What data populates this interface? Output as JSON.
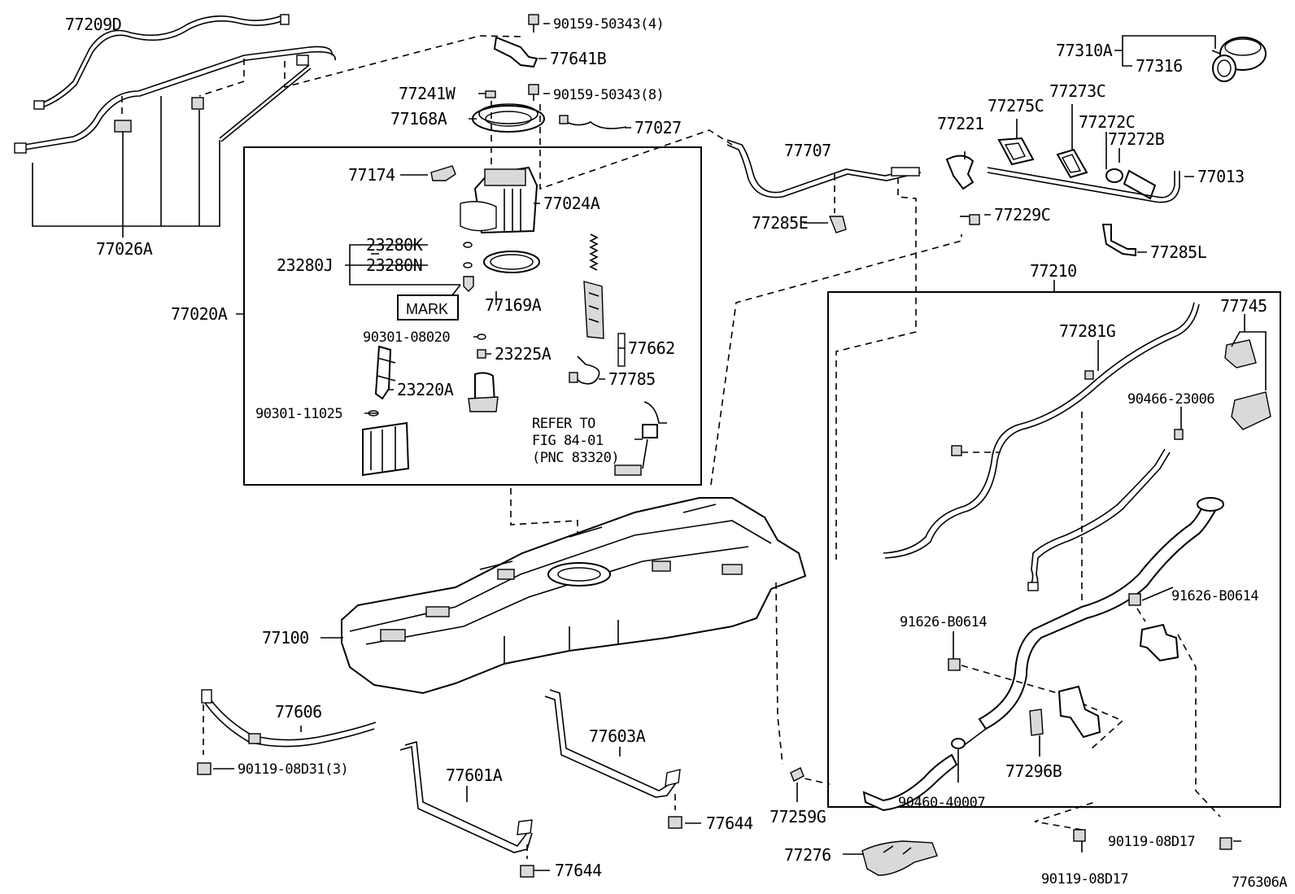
{
  "labels": {
    "p77209D": "77209D",
    "p77026A": "77026A",
    "p90159_4": "90159-50343(4)",
    "p77641B": "77641B",
    "p77241W": "77241W",
    "p90159_8": "90159-50343(8)",
    "p77168A": "77168A",
    "p77027": "77027",
    "p77174": "77174",
    "p77024A": "77024A",
    "p23280K": "23280K",
    "p23280J": "23280J",
    "p23280N": "23280N",
    "mark": "MARK",
    "p77169A": "77169A",
    "p77020A": "77020A",
    "p90301_08020": "90301-08020",
    "p23225A": "23225A",
    "p77662": "77662",
    "p77785": "77785",
    "p23220A": "23220A",
    "p90301_11025": "90301-11025",
    "refer1": "REFER TO",
    "refer2": "FIG 84-01",
    "refer3": "(PNC 83320)",
    "p77707": "77707",
    "p77285E": "77285E",
    "p77310A": "77310A",
    "p77316": "77316",
    "p77275C": "77275C",
    "p77273C": "77273C",
    "p77221": "77221",
    "p77272C": "77272C",
    "p77272B": "77272B",
    "p77013": "77013",
    "p77229C": "77229C",
    "p77285L": "77285L",
    "p77210": "77210",
    "p77745": "77745",
    "p77281G": "77281G",
    "p90466_23006": "90466-23006",
    "p91626_a": "91626-B0614",
    "p91626_b": "91626-B0614",
    "p77100": "77100",
    "p77606": "77606",
    "p90119_08D31": "90119-08D31(3)",
    "p77603A": "77603A",
    "p77601A": "77601A",
    "p77644_a": "77644",
    "p77644_b": "77644",
    "p77259G": "77259G",
    "p77276": "77276",
    "p90460_40007": "90460-40007",
    "p77296B": "77296B",
    "p90119_08D17_a": "90119-08D17",
    "p90119_08D17_b": "90119-08D17",
    "figure_id": "776306A"
  }
}
